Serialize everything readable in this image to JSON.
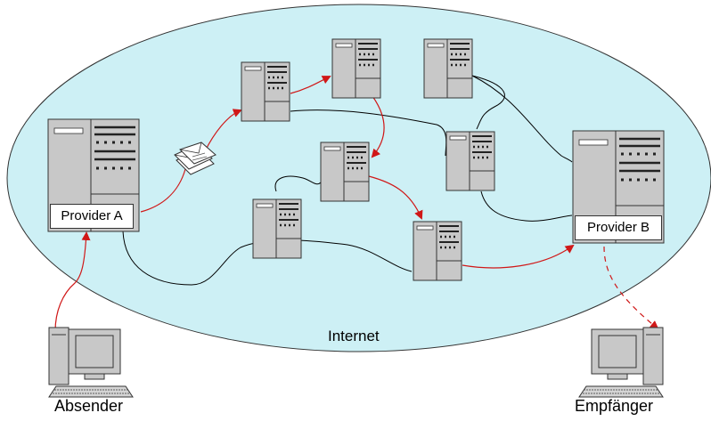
{
  "diagram": {
    "cloud_label": "Internet",
    "sender_label": "Absender",
    "receiver_label": "Empfänger",
    "provider_a": "Provider A",
    "provider_b": "Provider B",
    "colors": {
      "cloud_fill": "#cdf0f5",
      "server_fill": "#c8c8c8",
      "arrow": "#d01818",
      "cable": "#000000"
    },
    "icons": [
      "server-icon",
      "computer-icon",
      "envelope-icon"
    ]
  }
}
